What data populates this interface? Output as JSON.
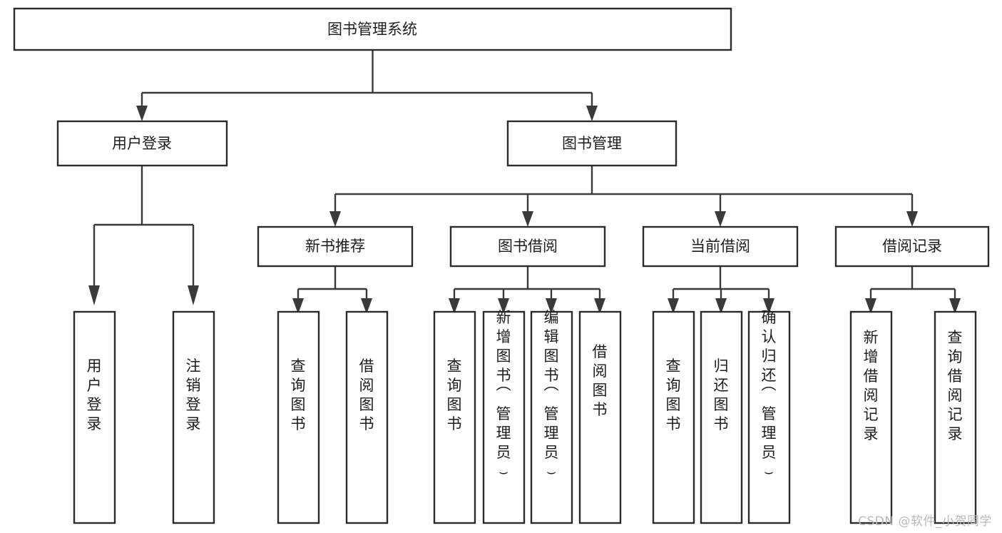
{
  "diagram": {
    "title": "图书管理系统",
    "watermark": "CSDN @软件_小贺同学",
    "colors": {
      "box_stroke": "#2b2b2b",
      "connector": "#3a3a3a",
      "box_fill": "#ffffff",
      "text": "#1d1d1d",
      "background": "#ffffff",
      "watermark": "#b9b9b9"
    },
    "root": {
      "label": "图书管理系统"
    },
    "level2": [
      {
        "label": "用户登录"
      },
      {
        "label": "图书管理"
      }
    ],
    "level3": [
      {
        "label": "新书推荐"
      },
      {
        "label": "图书借阅"
      },
      {
        "label": "当前借阅"
      },
      {
        "label": "借阅记录"
      }
    ],
    "leaves": {
      "user_login": [
        {
          "label": "用户登录"
        },
        {
          "label": "注销登录"
        }
      ],
      "new_book_recommend": [
        {
          "label": "查询图书"
        },
        {
          "label": "借阅图书"
        }
      ],
      "book_borrow": [
        {
          "label": "查询图书"
        },
        {
          "label": "新增图书（管理员）"
        },
        {
          "label": "编辑图书（管理员）"
        },
        {
          "label": "借阅图书"
        }
      ],
      "current_borrow": [
        {
          "label": "查询图书"
        },
        {
          "label": "归还图书"
        },
        {
          "label": "确认归还（管理员）"
        }
      ],
      "borrow_record": [
        {
          "label": "新增借阅记录"
        },
        {
          "label": "查询借阅记录"
        }
      ]
    }
  }
}
